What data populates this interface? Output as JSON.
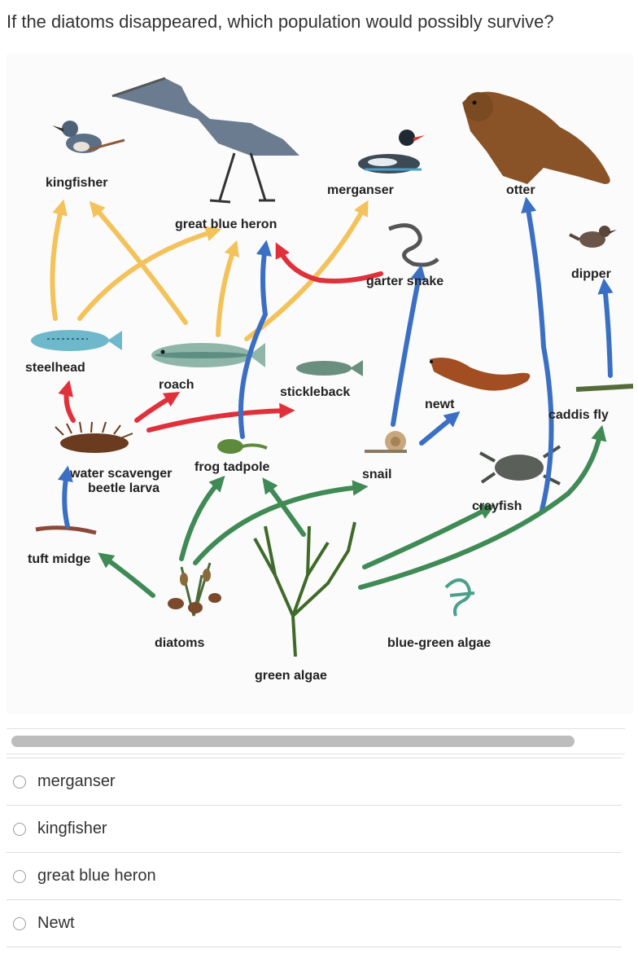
{
  "question": {
    "text": "If the diatoms disappeared, which population would possibly survive?"
  },
  "diagram": {
    "labels": {
      "kingfisher": "kingfisher",
      "great_blue_heron": "great blue heron",
      "merganser": "merganser",
      "otter": "otter",
      "garter_snake": "garter snake",
      "dipper": "dipper",
      "steelhead": "steelhead",
      "roach": "roach",
      "stickleback": "stickleback",
      "newt": "newt",
      "caddis_fly": "caddis fly",
      "water_scavenger_1": "water scavenger",
      "water_scavenger_2": "beetle larva",
      "frog_tadpole": "frog tadpole",
      "snail": "snail",
      "crayfish": "crayfish",
      "tuft_midge": "tuft midge",
      "diatoms": "diatoms",
      "blue_green_algae": "blue-green algae",
      "green_algae": "green algae"
    },
    "arrow_colors": {
      "yellow": "#f3c25a",
      "red": "#e0313a",
      "blue": "#3a6fc4",
      "green": "#3f8a55"
    }
  },
  "options": [
    {
      "label": "merganser"
    },
    {
      "label": "kingfisher"
    },
    {
      "label": "great blue heron"
    },
    {
      "label": "Newt"
    }
  ]
}
